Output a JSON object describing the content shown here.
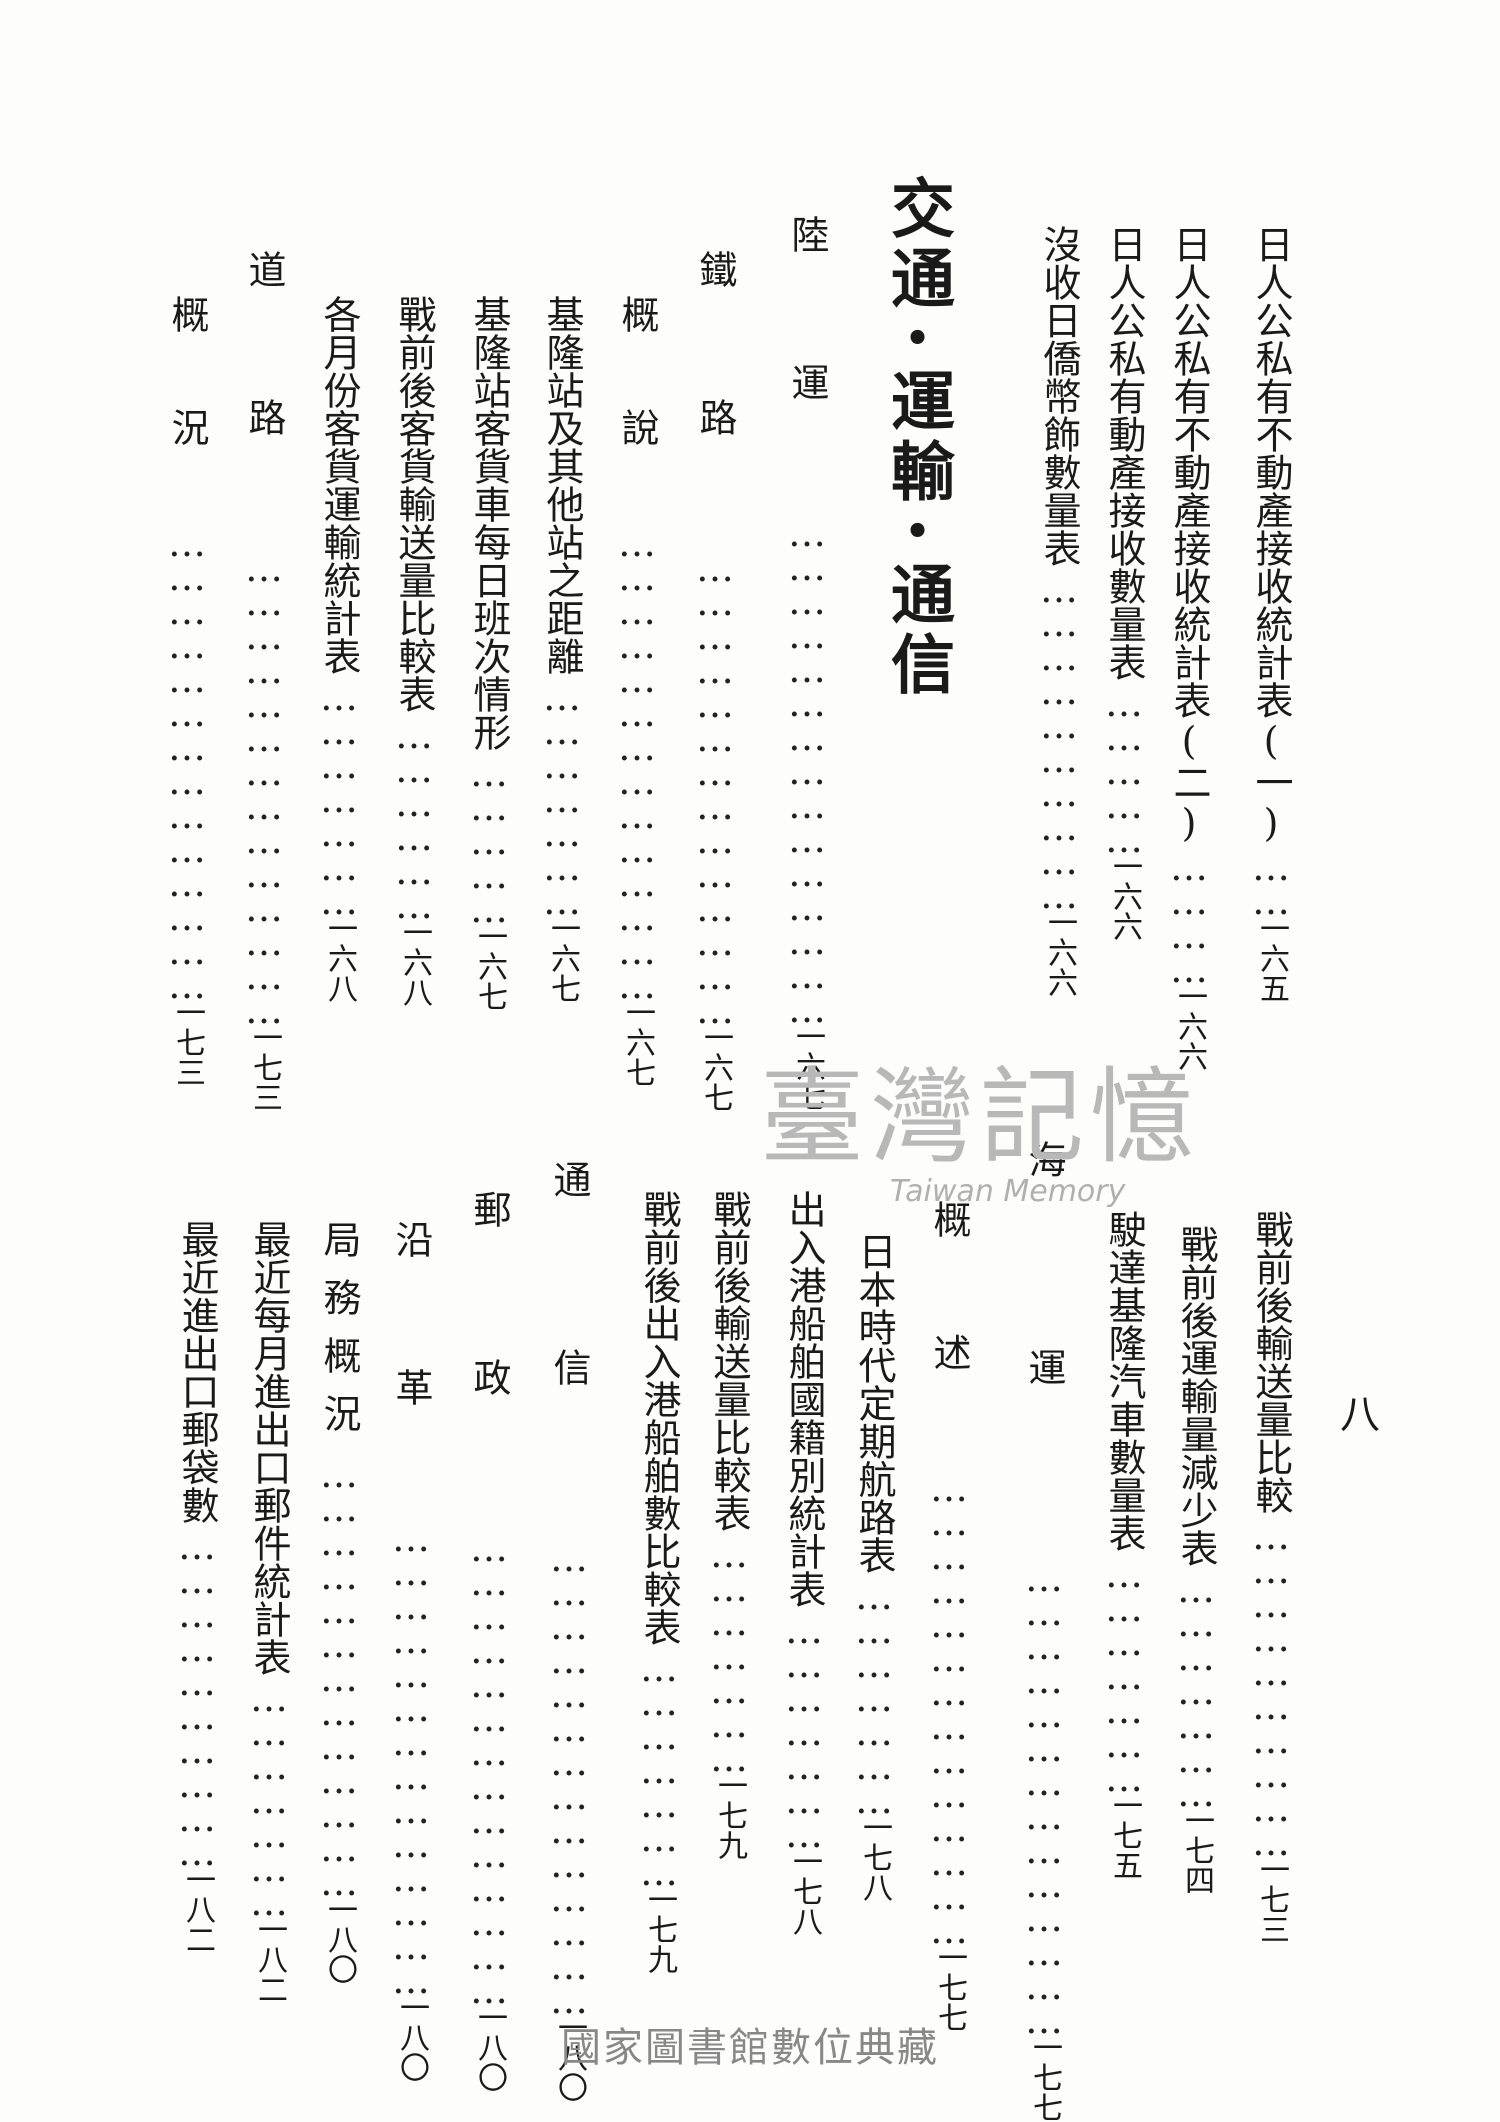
{
  "page_number": "八",
  "section_title": {
    "part1": "交通",
    "sep": "•",
    "part2": "運輸",
    "part3": "通信"
  },
  "top_entries": [
    {
      "text": "日人公私有不動產接收統計表(一)",
      "dots": "……",
      "page": "一六五"
    },
    {
      "text": "日人公私有不動產接收統計表(二)",
      "dots": "…………",
      "page": "一六六"
    },
    {
      "text": "日人公私有動產接收數量表",
      "dots": "……………",
      "page": "一六六"
    },
    {
      "text": "沒收日僑幣飾數量表",
      "dots": "…………………………",
      "page": "一六六"
    },
    {
      "text": "陸運",
      "dots": "………………………………………",
      "page": "一六七"
    },
    {
      "text": "鐵路",
      "dots": "……………………………………",
      "page": "一六七"
    },
    {
      "text": "概說",
      "dots": "……………………………………",
      "page": "一六七"
    },
    {
      "text": "基隆站及其他站之距離",
      "dots": "…………………",
      "page": "一六七"
    },
    {
      "text": "基隆站客貨車每日班次情形",
      "dots": "……………",
      "page": "一六七"
    },
    {
      "text": "戰前後客貨輸送量比較表",
      "dots": "………………",
      "page": "一六八"
    },
    {
      "text": "各月份客貨運輸統計表",
      "dots": "…………………",
      "page": "一六八"
    },
    {
      "text": "道路",
      "dots": "……………………………………",
      "page": "一七三"
    },
    {
      "text": "概況",
      "dots": "……………………………………",
      "page": "一七三"
    }
  ],
  "bottom_entries": [
    {
      "text": "戰前後輸送量比較",
      "dots": "…………………………",
      "page": "一七三"
    },
    {
      "text": "戰前後運輸量減少表",
      "dots": "…………………",
      "page": "一七四"
    },
    {
      "text": "駛達基隆汽車數量表",
      "dots": "…………………",
      "page": "一七五"
    },
    {
      "text": "海運",
      "dots": "……………………………………",
      "page": "一七七"
    },
    {
      "text": "概述",
      "dots": "……………………………………",
      "page": "一七七"
    },
    {
      "text": "日本時代定期航路表",
      "dots": "…………………",
      "page": "一七八"
    },
    {
      "text": "出入港船舶國籍別統計表",
      "dots": "…………………",
      "page": "一七八"
    },
    {
      "text": "戰前後輸送量比較表",
      "dots": "…………………",
      "page": "一七九"
    },
    {
      "text": "戰前後出入港船舶數比較表",
      "dots": "…………………",
      "page": "一七九"
    },
    {
      "text": "通信",
      "dots": "……………………………………",
      "page": "一八〇"
    },
    {
      "text": "郵政",
      "dots": "……………………………………",
      "page": "一八〇"
    },
    {
      "text": "沿革",
      "dots": "……………………………………",
      "page": "一八〇"
    },
    {
      "text": "局務概況",
      "dots": "…………………………………",
      "page": "一八〇"
    },
    {
      "text": "最近每月進出口郵件統計表",
      "dots": "…………………",
      "page": "一八二"
    },
    {
      "text": "最近進出口郵袋數",
      "dots": "…………………………",
      "page": "一八二"
    }
  ],
  "watermark": {
    "chinese": "臺灣記憶",
    "english": "Taiwan Memory"
  },
  "footer": "國家圖書館數位典藏"
}
